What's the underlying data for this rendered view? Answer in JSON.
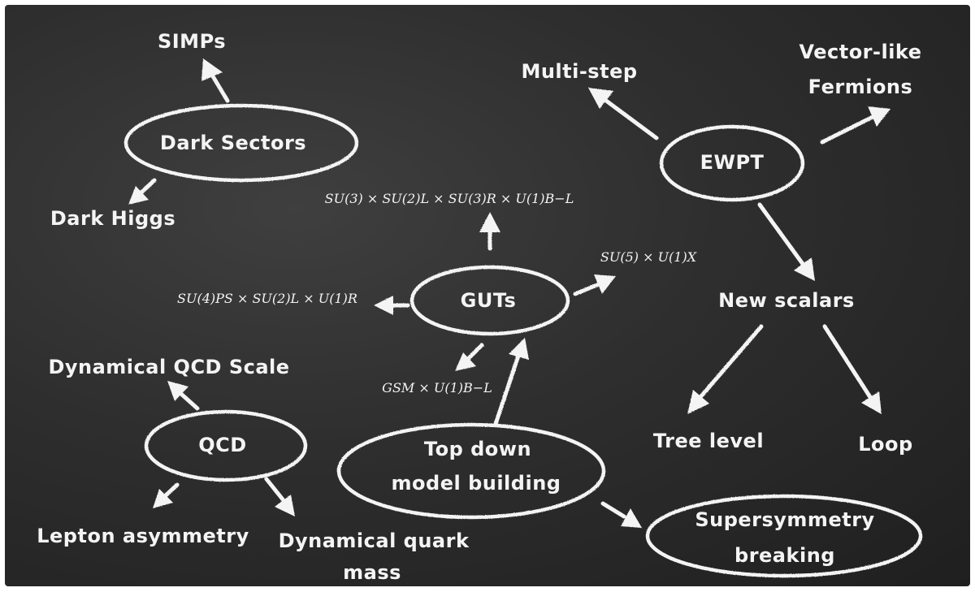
{
  "nodes": {
    "dark_sectors": "Dark Sectors",
    "ewpt": "EWPT",
    "guts": "GUTs",
    "qcd": "QCD",
    "top_down_line1": "Top down",
    "top_down_line2": "model building",
    "susy_line1": "Supersymmetry",
    "susy_line2": "breaking"
  },
  "labels": {
    "simps": "SIMPs",
    "dark_higgs": "Dark Higgs",
    "multi_step": "Multi-step",
    "vector_like_line1": "Vector-like",
    "vector_like_line2": "Fermions",
    "new_scalars": "New scalars",
    "tree_level": "Tree level",
    "loop": "Loop",
    "dynamical_qcd_scale": "Dynamical QCD Scale",
    "lepton_asymmetry": "Lepton asymmetry",
    "dynamical_quark_mass_line1": "Dynamical quark",
    "dynamical_quark_mass_line2": "mass"
  },
  "gauge_groups": {
    "left_right": "SU(3) × SU(2)L × SU(3)R × U(1)B−L",
    "su5": "SU(5) × U(1)X",
    "pati_salam": "SU(4)PS × SU(2)L × U(1)R",
    "sm_bl": "GSM × U(1)B−L"
  },
  "colors": {
    "board": "#2e2e2e",
    "chalk": "#f4f4f4"
  },
  "edges": [
    [
      "Dark Sectors",
      "SIMPs"
    ],
    [
      "Dark Sectors",
      "Dark Higgs"
    ],
    [
      "EWPT",
      "Multi-step"
    ],
    [
      "EWPT",
      "Vector-like Fermions"
    ],
    [
      "EWPT",
      "New scalars"
    ],
    [
      "New scalars",
      "Tree level"
    ],
    [
      "New scalars",
      "Loop"
    ],
    [
      "GUTs",
      "SU(3) × SU(2)L × SU(3)R × U(1)B−L"
    ],
    [
      "GUTs",
      "SU(5) × U(1)X"
    ],
    [
      "GUTs",
      "SU(4)PS × SU(2)L × U(1)R"
    ],
    [
      "GUTs",
      "GSM × U(1)B−L"
    ],
    [
      "Top down model building",
      "GUTs"
    ],
    [
      "Top down model building",
      "Supersymmetry breaking"
    ],
    [
      "QCD",
      "Dynamical QCD Scale"
    ],
    [
      "QCD",
      "Lepton asymmetry"
    ],
    [
      "QCD",
      "Dynamical quark mass"
    ]
  ]
}
